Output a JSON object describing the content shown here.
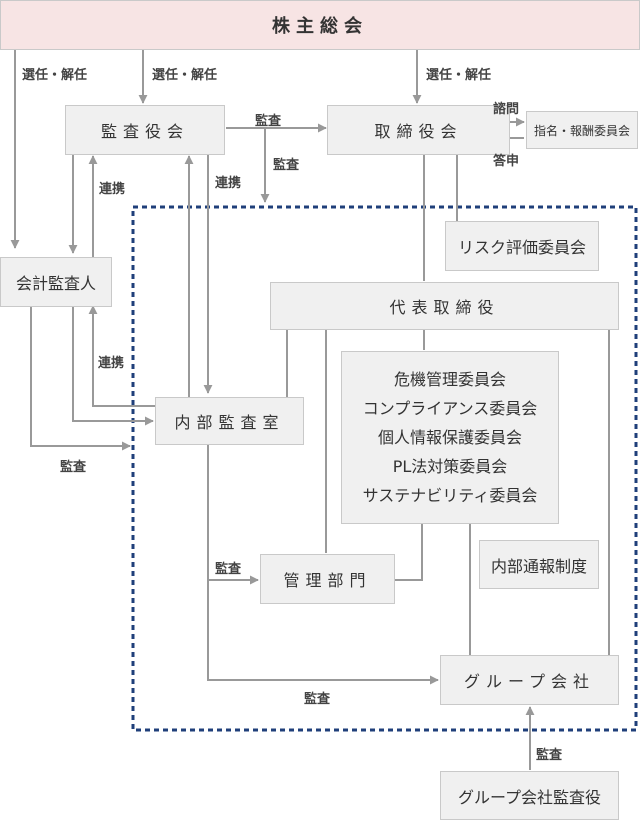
{
  "nodes": {
    "shareholders_meeting": "株主総会",
    "audit_board": "監査役会",
    "board_of_directors": "取締役会",
    "nomination_committee": "指名・報酬委員会",
    "risk_committee": "リスク評価委員会",
    "accounting_auditor": "会計監査人",
    "representative_director": "代表取締役",
    "internal_audit": "内部監査室",
    "management_dept": "管理部門",
    "whistleblowing": "内部通報制度",
    "group_companies": "グループ会社",
    "group_auditors": "グループ会社監査役"
  },
  "committees": [
    "危機管理委員会",
    "コンプライアンス委員会",
    "個人情報保護委員会",
    "PL法対策委員会",
    "サステナビリティ委員会"
  ],
  "labels": {
    "elect_dismiss_1": "選任・解任",
    "elect_dismiss_2": "選任・解任",
    "elect_dismiss_3": "選任・解任",
    "audit_to_board": "監査",
    "audit_down": "監査",
    "consult": "諮問",
    "report": "答申",
    "cooperate_1": "連携",
    "cooperate_2": "連携",
    "cooperate_3": "連携",
    "audit_accountant": "監査",
    "audit_mgmt": "監査",
    "audit_group": "監査",
    "audit_group_auditors": "監査"
  },
  "colors": {
    "box_fill": "#f0f0f0",
    "header_fill": "#f7e4e4",
    "line": "#999999",
    "dashed_border": "#1f3f7a"
  }
}
